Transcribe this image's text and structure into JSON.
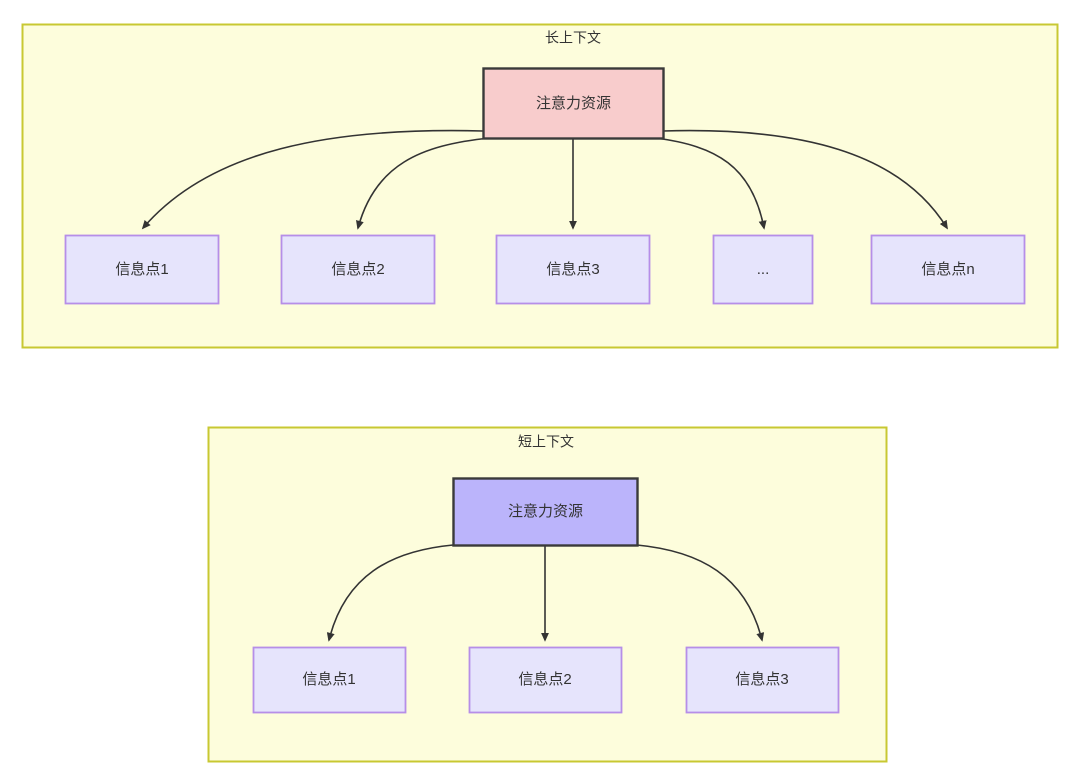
{
  "diagram": {
    "type": "attention-resource-allocation",
    "colors": {
      "container_fill": "#FDFDDC",
      "container_stroke": "#C8C832",
      "root_long_fill": "#F8CCCC",
      "root_long_stroke": "#3A3A3A",
      "root_short_fill": "#BBB4FB",
      "root_short_stroke": "#3A3A3A",
      "leaf_fill": "#E6E4FC",
      "leaf_stroke": "#B68EE8",
      "edge_stroke": "#333333",
      "text": "#333333",
      "page_background": "#FFFFFF"
    },
    "groups": [
      {
        "id": "long-context",
        "title": "长上下文",
        "root": {
          "label": "注意力资源",
          "style": "root-long"
        },
        "leaves": [
          {
            "label": "信息点1"
          },
          {
            "label": "信息点2"
          },
          {
            "label": "信息点3"
          },
          {
            "label": "..."
          },
          {
            "label": "信息点n"
          }
        ]
      },
      {
        "id": "short-context",
        "title": "短上下文",
        "root": {
          "label": "注意力资源",
          "style": "root-short"
        },
        "leaves": [
          {
            "label": "信息点1"
          },
          {
            "label": "信息点2"
          },
          {
            "label": "信息点3"
          }
        ]
      }
    ]
  }
}
